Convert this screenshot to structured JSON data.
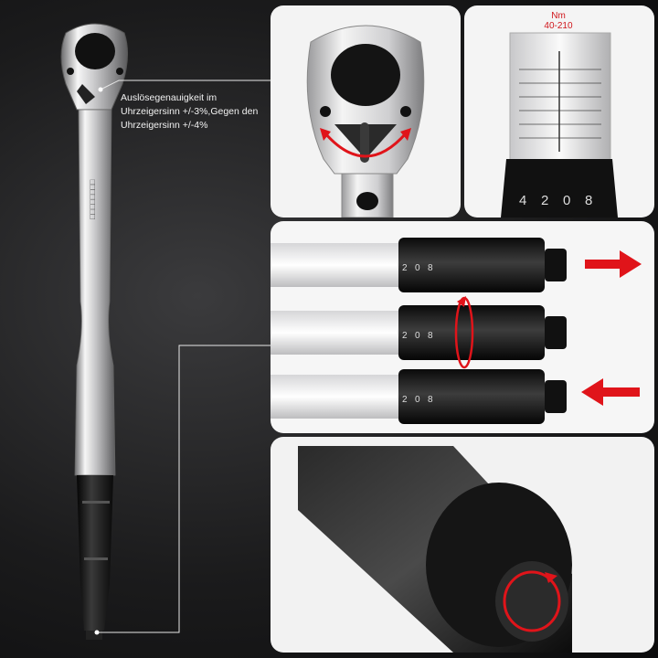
{
  "callout": {
    "accuracy_text": "Auslösegenauigkeit im Uhrzeigersinn +/-3%,Gegen den Uhrzeigersinn +/-4%"
  },
  "scale_panel": {
    "unit": "Nm",
    "range": "40-210"
  },
  "colors": {
    "accent_red": "#e0141a",
    "background_dark": "#1b1b1c",
    "panel_bg": "#f3f3f3"
  },
  "icons": [
    "arrow-right-icon",
    "rotate-arrow-icon",
    "arrow-left-icon",
    "rotate-arrow-icon"
  ]
}
